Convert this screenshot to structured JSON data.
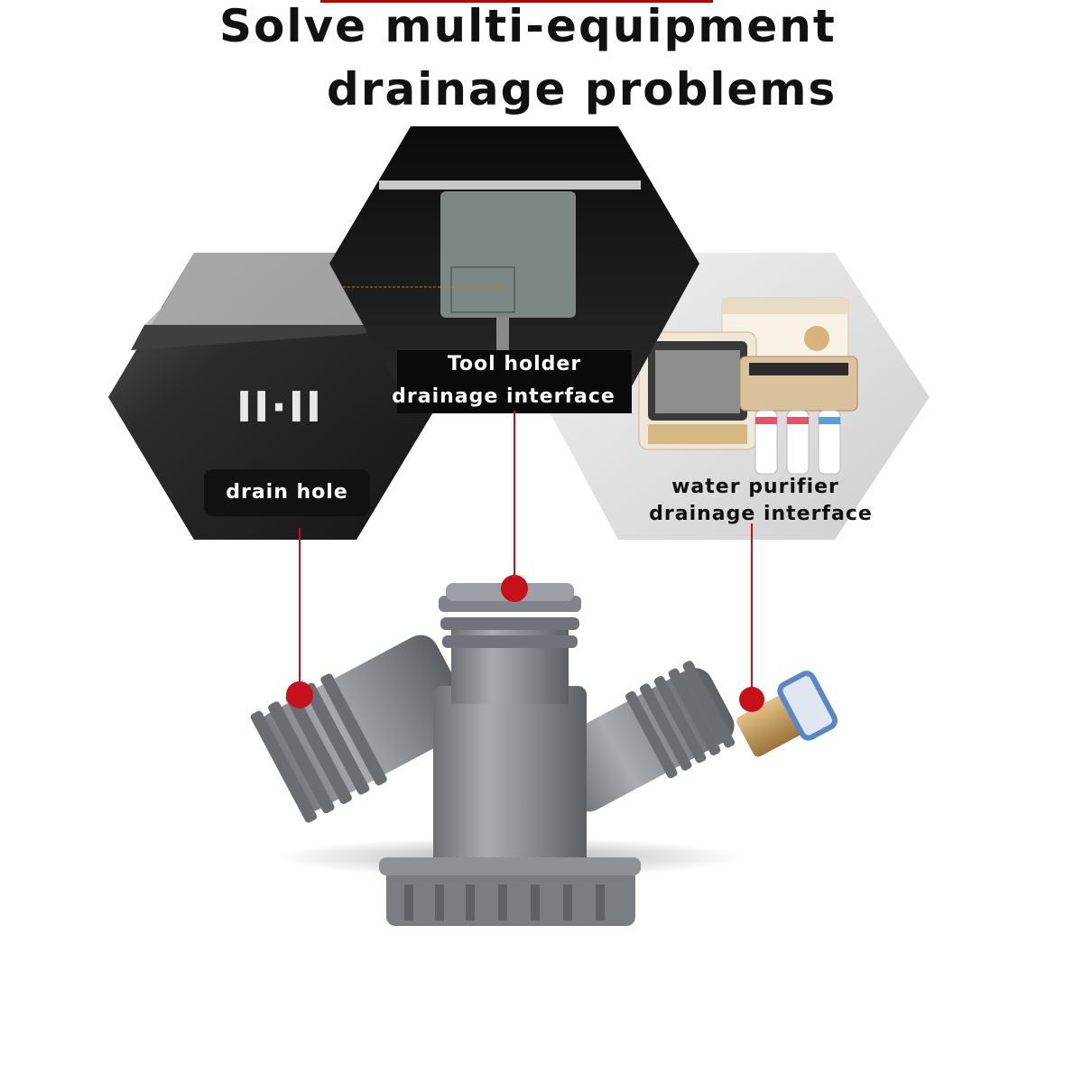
{
  "title": {
    "line1": "Solve multi-equipment",
    "line2": "drainage problems"
  },
  "labels": {
    "drain_hole": "drain hole",
    "tool_holder_line1": "Tool holder",
    "tool_holder_line2": "drainage interface",
    "purifier_line1": "water purifier",
    "purifier_line2": "drainage interface"
  },
  "engraving": "II·II",
  "colors": {
    "accent_red": "#c8101a",
    "fitting_gray": "#8a8d92",
    "brass": "#c59a5a",
    "quick_connector_blue": "#5a86c8"
  }
}
